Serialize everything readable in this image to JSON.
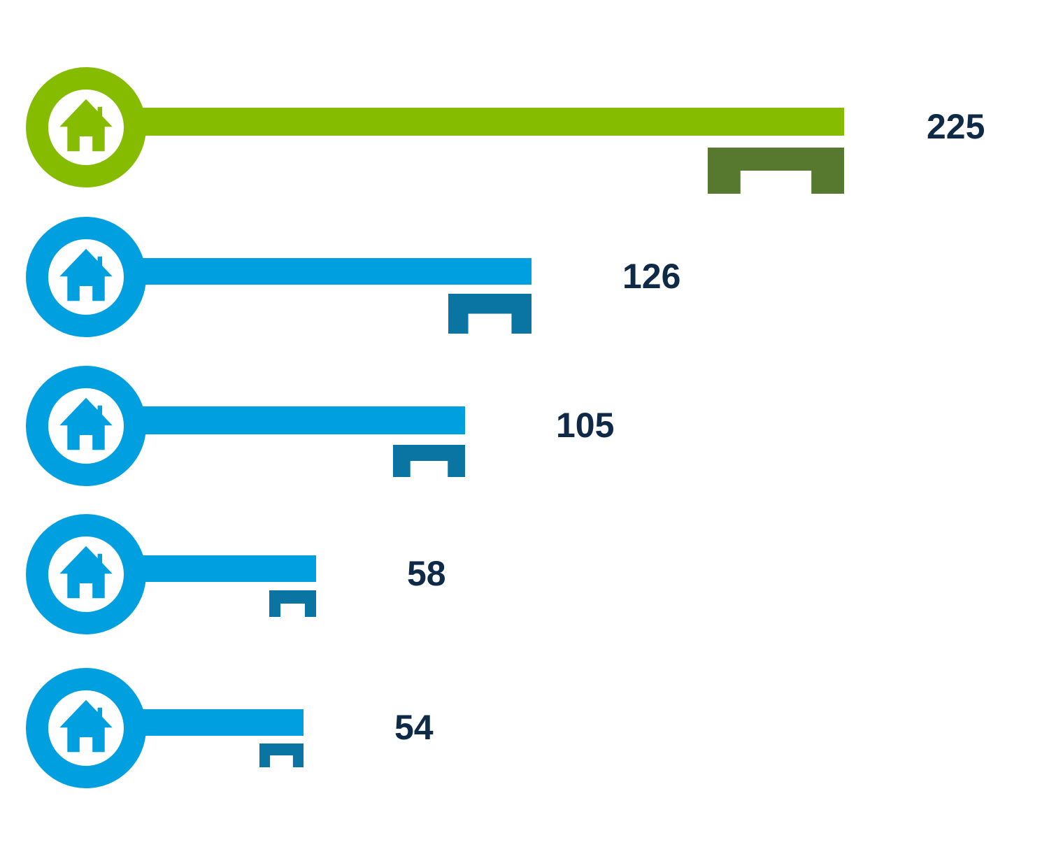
{
  "chart_data": {
    "type": "bar",
    "orientation": "horizontal",
    "bar_style": "key-shaped pictograph with house icon",
    "title": "",
    "xlabel": "",
    "ylabel": "",
    "categories": [],
    "values": [
      225,
      126,
      105,
      58,
      54
    ],
    "value_labels": [
      "225",
      "126",
      "105",
      "58",
      "54"
    ],
    "highlight_index": 0,
    "grid": false,
    "legend": false
  },
  "colors": {
    "highlight": "#86bc00",
    "highlight_teeth": "#56782f",
    "default": "#009fdf",
    "default_teeth": "#0a74a3",
    "label": "#0f2a47",
    "background": "#ffffff"
  },
  "icons": {
    "ring_icon": "house-icon"
  }
}
